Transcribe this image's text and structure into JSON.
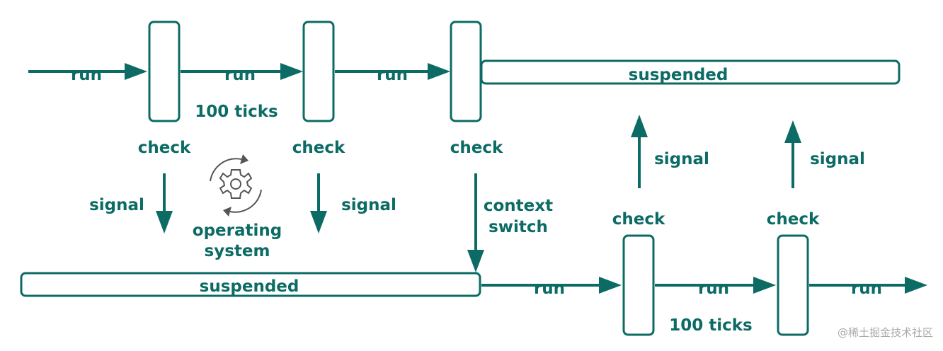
{
  "top_row": {
    "run_labels": [
      "run",
      "run",
      "run"
    ],
    "check_labels": [
      "check",
      "check",
      "check"
    ],
    "ticks_label": "100 ticks",
    "suspended_label": "suspended"
  },
  "middle": {
    "signal_left": "signal",
    "signal_right": "signal",
    "os_label_line1": "operating",
    "os_label_line2": "system",
    "context_switch_line1": "context",
    "context_switch_line2": "switch",
    "signal_up_left": "signal",
    "signal_up_right": "signal"
  },
  "bottom_row": {
    "suspended_label": "suspended",
    "run_labels": [
      "run",
      "run",
      "run"
    ],
    "check_labels": [
      "check",
      "check"
    ],
    "ticks_label": "100 ticks"
  },
  "watermark": "@稀土掘金技术社区",
  "icons": {
    "os": "operating-system-gear-icon"
  },
  "colors": {
    "accent": "#0c6b64",
    "watermark": "#a9a9a9"
  }
}
